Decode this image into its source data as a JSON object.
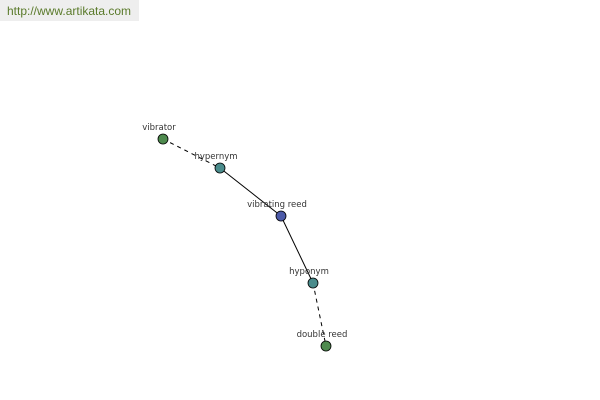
{
  "watermark": {
    "url": "http://www.artikata.com",
    "text_color": "#5a7a2a",
    "background": "#eeeeee"
  },
  "graph": {
    "nodes": [
      {
        "id": "vibrator",
        "label": "vibrator",
        "color": "#4e8a4e"
      },
      {
        "id": "hypernym",
        "label": "hypernym",
        "color": "#4a8c8c"
      },
      {
        "id": "vibrating-reed",
        "label": "vibrating reed",
        "color": "#4c5aa8"
      },
      {
        "id": "hyponym",
        "label": "hyponym",
        "color": "#4a8c8c"
      },
      {
        "id": "double-reed",
        "label": "double reed",
        "color": "#4e8a4e"
      }
    ],
    "edges": [
      {
        "from": "vibrator",
        "to": "hypernym",
        "style": "dashed"
      },
      {
        "from": "hypernym",
        "to": "vibrating-reed",
        "style": "solid"
      },
      {
        "from": "vibrating-reed",
        "to": "hyponym",
        "style": "solid"
      },
      {
        "from": "hyponym",
        "to": "double-reed",
        "style": "dashed"
      }
    ]
  }
}
